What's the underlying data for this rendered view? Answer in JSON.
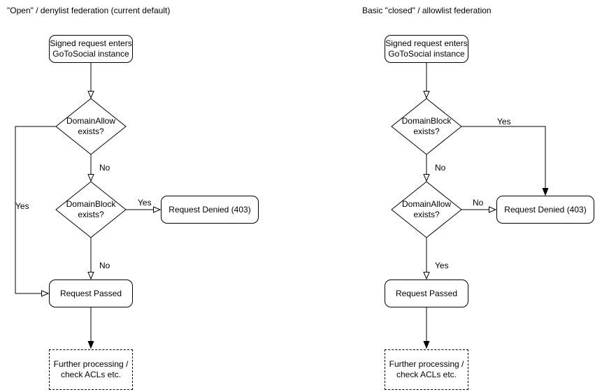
{
  "canvas": {
    "background": "#ffffff",
    "line_color": "#000000",
    "text_color": "#000000"
  },
  "left_chart": {
    "title": "\"Open\" / denylist federation (current default)",
    "nodes": {
      "start": "Signed request enters\nGoToSocial instance",
      "decision1": "DomainAllow\nexists?",
      "decision2": "DomainBlock\nexists?",
      "denied": "Request Denied (403)",
      "passed": "Request Passed",
      "further": "Further processing /\ncheck ACLs etc."
    },
    "edge_labels": {
      "decision1_no": "No",
      "decision1_yes": "Yes",
      "decision2_yes": "Yes",
      "decision2_no": "No"
    }
  },
  "right_chart": {
    "title": "Basic \"closed\" / allowlist federation",
    "nodes": {
      "start": "Signed request enters\nGoToSocial instance",
      "decision1": "DomainBlock\nexists?",
      "decision2": "DomainAllow\nexists?",
      "denied": "Request Denied (403)",
      "passed": "Request Passed",
      "further": "Further processing /\ncheck ACLs etc."
    },
    "edge_labels": {
      "decision1_no": "No",
      "decision1_yes": "Yes",
      "decision2_no": "No",
      "decision2_yes": "Yes"
    }
  }
}
